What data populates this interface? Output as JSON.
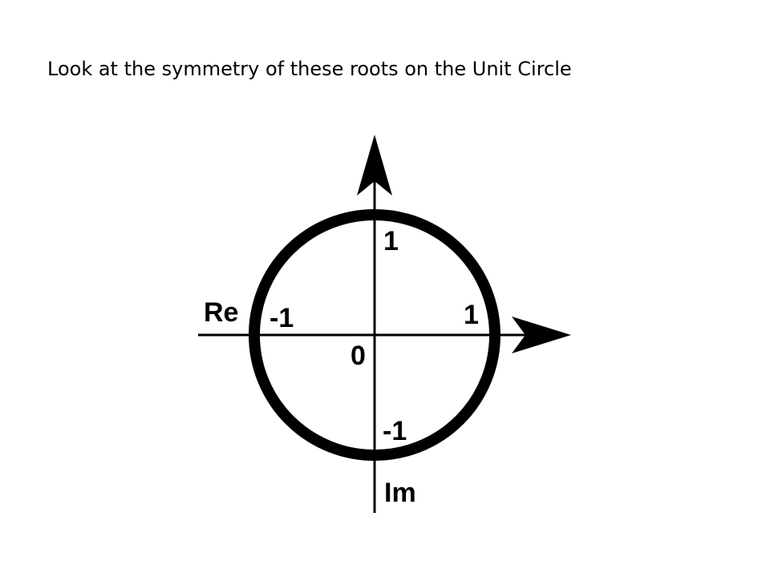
{
  "slide": {
    "title": "Look at the symmetry of these roots on the Unit Circle"
  },
  "diagram": {
    "horizontal_axis_label": "Re",
    "vertical_axis_label": "Im",
    "origin_label": "0",
    "label_top": "1",
    "label_right": "1",
    "label_left": "-1",
    "label_bottom": "-1",
    "stroke_color": "#000000"
  }
}
